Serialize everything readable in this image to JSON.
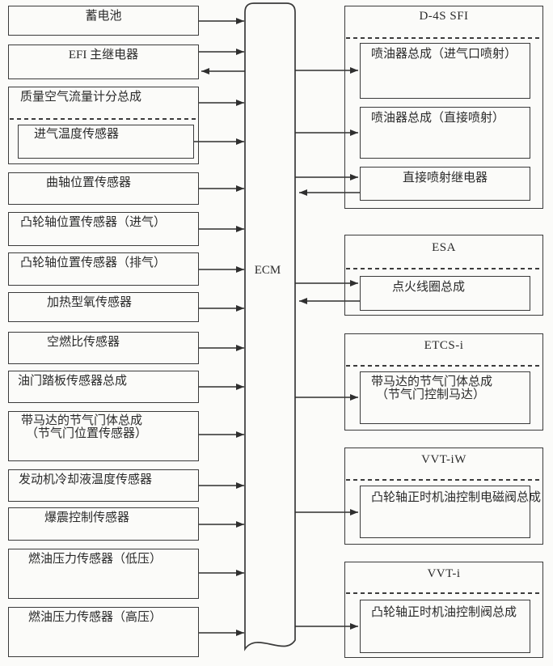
{
  "page": {
    "background_color": "#fbfbf9",
    "line_color": "#2f2f2f",
    "text_color": "#2a2a2a"
  },
  "ecm": {
    "label": "ECM"
  },
  "left_boxes": [
    {
      "label": "蓄电池"
    },
    {
      "label": "EFI 主继电器"
    },
    {
      "label": "质量空气流量计分总成",
      "sub_label": "进气温度传感器"
    },
    {
      "label": "曲轴位置传感器"
    },
    {
      "label": "凸轮轴位置传感器（进气）"
    },
    {
      "label": "凸轮轴位置传感器（排气）"
    },
    {
      "label": "加热型氧传感器"
    },
    {
      "label": "空燃比传感器"
    },
    {
      "label": "油门踏板传感器总成"
    },
    {
      "label": "带马达的节气门体总成",
      "label_line2": "（节气门位置传感器）"
    },
    {
      "label": "发动机冷却液温度传感器"
    },
    {
      "label": "爆震控制传感器"
    },
    {
      "label": "燃油压力传感器（低压）"
    },
    {
      "label": "燃油压力传感器（高压）"
    }
  ],
  "right_groups": [
    {
      "title": "D-4S SFI",
      "items": [
        {
          "label": "喷油器总成（进气口喷射）"
        },
        {
          "label": "喷油器总成（直接喷射）"
        },
        {
          "label": "直接喷射继电器"
        }
      ]
    },
    {
      "title": "ESA",
      "items": [
        {
          "label": "点火线圈总成"
        }
      ]
    },
    {
      "title": "ETCS-i",
      "items": [
        {
          "label": "带马达的节气门体总成",
          "label_line2": "（节气门控制马达）"
        }
      ]
    },
    {
      "title": "VVT-iW",
      "items": [
        {
          "label": "凸轮轴正时机油控制电磁阀总成"
        }
      ]
    },
    {
      "title": "VVT-i",
      "items": [
        {
          "label": "凸轮轴正时机油控制阀总成"
        }
      ]
    }
  ]
}
